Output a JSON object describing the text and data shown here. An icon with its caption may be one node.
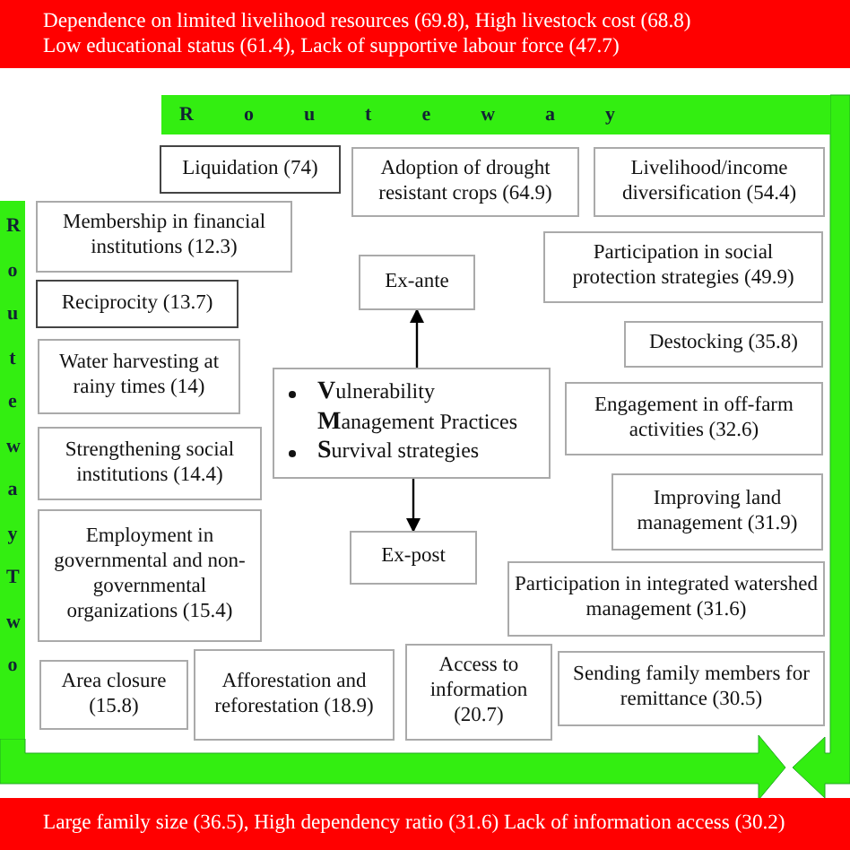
{
  "diagram": {
    "nodes": [
      {
        "text": [
          "Dependence on limited livelihood resources (69.8), High livestock cost (68.8)",
          "Low educational status (61.4), Lack of supportive labour force (47.7)"
        ]
      },
      {
        "text": [
          "Routeway"
        ]
      },
      {
        "text": [
          "Routeway Two"
        ]
      },
      {
        "text": [
          "Liquidation (74)"
        ]
      },
      {
        "text": [
          "Adoption of drought resistant crops (64.9)"
        ]
      },
      {
        "text": [
          "Livelihood/income diversification (54.4)"
        ]
      },
      {
        "text": [
          "Membership in financial institutions (12.3)"
        ]
      },
      {
        "text": [
          "Participation in social protection strategies (49.9)"
        ]
      },
      {
        "text": [
          "Ex-ante"
        ]
      },
      {
        "text": [
          "Reciprocity (13.7)"
        ]
      },
      {
        "text": [
          "Destocking (35.8)"
        ]
      },
      {
        "text": [
          "Water harvesting at rainy times (14)"
        ]
      },
      {
        "text": [
          "**V**ulnerability **M**anagement Practices",
          "**S**urvival strategies"
        ]
      },
      {
        "text": [
          "Strengthening social institutions (14.4)"
        ]
      },
      {
        "text": [
          "Engagement in off-farm activities (32.6)"
        ]
      },
      {
        "text": [
          "Improving land management (31.9)"
        ]
      },
      {
        "text": [
          "Employment in governmental and non-governmental organizations (15.4)"
        ]
      },
      {
        "text": [
          "Ex-post"
        ]
      },
      {
        "text": [
          "Participation in integrated watershed management (31.6)"
        ]
      },
      {
        "text": [
          "Area closure (15.8)"
        ]
      },
      {
        "text": [
          "Afforestation and reforestation (18.9)"
        ]
      },
      {
        "text": [
          "Access to information (20.7)"
        ]
      },
      {
        "text": [
          "Sending family members for remittance (30.5)"
        ]
      },
      {
        "text": [
          "Large family size (36.5), High dependency ratio (31.6) Lack of information access (30.2)"
        ]
      }
    ],
    "edges": [
      {
        "from": 12,
        "to": 8,
        "arrow": "to"
      },
      {
        "from": 12,
        "to": 17,
        "arrow": "to"
      },
      {
        "from": 2,
        "to": null,
        "arrow": "to",
        "style": "thick",
        "color": "#33ee11"
      },
      {
        "from": 1,
        "to": null,
        "arrow": "to",
        "style": "thick",
        "color": "#33ee11"
      }
    ]
  }
}
